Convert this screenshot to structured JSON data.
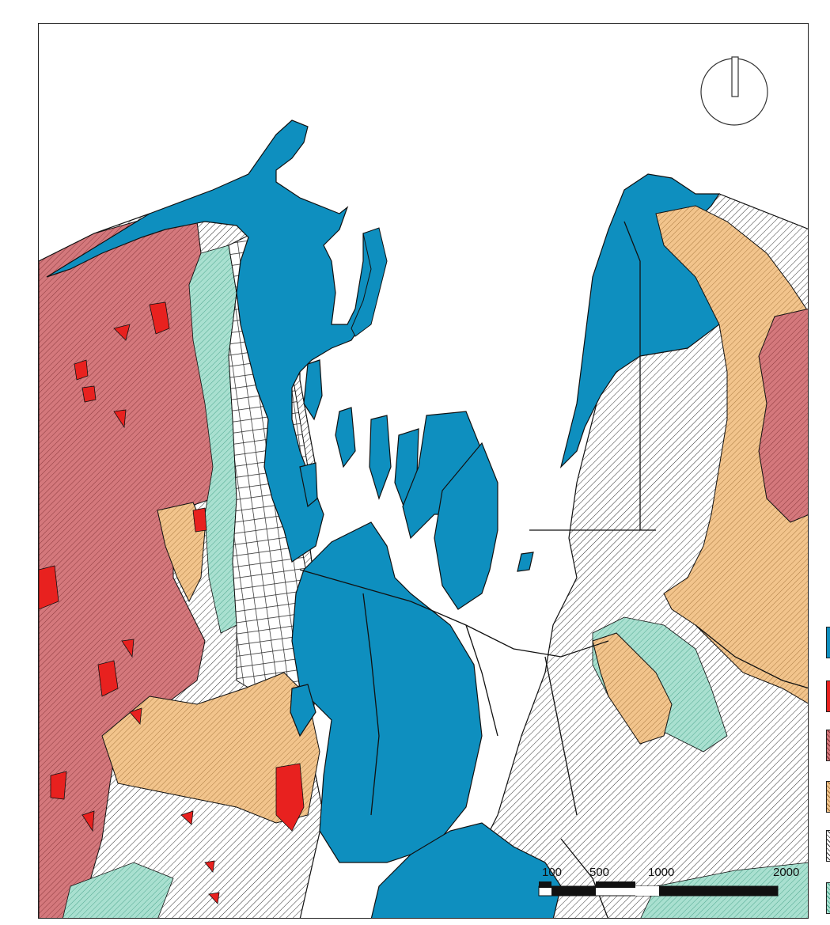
{
  "colors": {
    "water": "#0e8fbf",
    "high_risk": "#e8211f",
    "medium_risk": "#d4787c",
    "low_risk": "#f2c48c",
    "urban_hatched": "#ffffff",
    "green_zone": "#8fd6c3",
    "line": "#111111"
  },
  "map": {
    "north_arrow_icon": "north-arrow-icon"
  },
  "scale_bar": {
    "labels": [
      "100",
      "500",
      "1000",
      "2000"
    ]
  },
  "legend": [
    {
      "key": "water",
      "icon": "water-swatch"
    },
    {
      "key": "high_risk",
      "icon": "high-risk-swatch"
    },
    {
      "key": "medium_risk",
      "icon": "medium-risk-swatch"
    },
    {
      "key": "low_risk",
      "icon": "low-risk-swatch"
    },
    {
      "key": "urban_hatched",
      "icon": "urban-swatch"
    },
    {
      "key": "green_zone",
      "icon": "green-zone-swatch"
    }
  ]
}
